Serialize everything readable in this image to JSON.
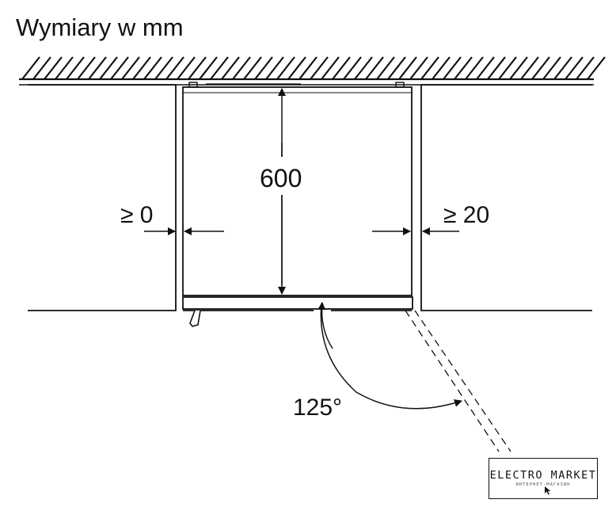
{
  "title": "Wymiary w mm",
  "dimensions": {
    "depth": "600",
    "left_gap": "≥ 0",
    "right_gap": "≥ 20",
    "door_angle": "125°"
  },
  "watermark": {
    "brand": "ELECTRO MARKET",
    "tagline": "ИНТЕРНЕТ-МАГАЗИН",
    "icon": "cursor-arrow-icon"
  }
}
